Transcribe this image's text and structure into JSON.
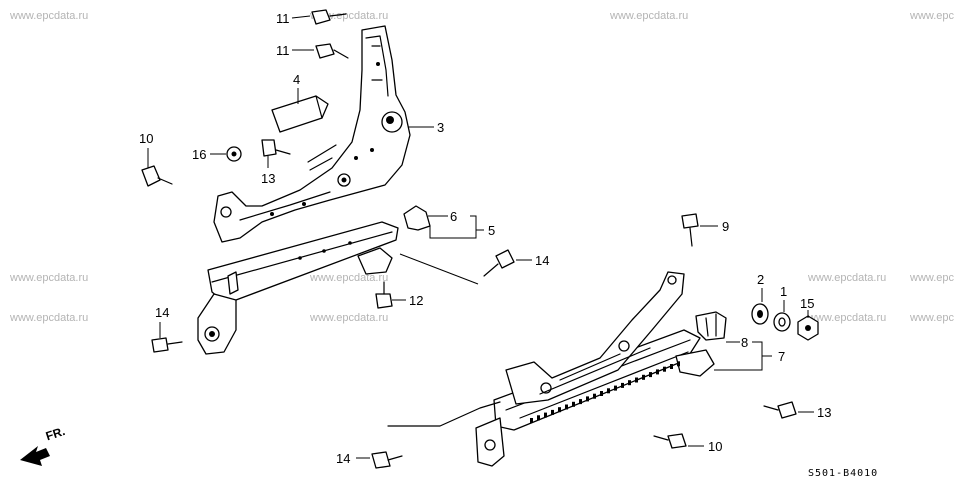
{
  "watermarks": [
    "www.epcdata.ru",
    "www.epcdata.ru",
    "www.epcdata.ru",
    "www.epc",
    "www.epcdata.ru",
    "www.epcdata.ru",
    "www.epcdata.ru",
    "www.epc",
    "www.epcdata.ru",
    "www.epcdata.ru",
    "www.epcdata.ru",
    "www.epc"
  ],
  "callouts": {
    "c11a": "11",
    "c11b": "11",
    "c4": "4",
    "c3": "3",
    "c10a": "10",
    "c16": "16",
    "c13a": "13",
    "c6": "6",
    "c5": "5",
    "c14a": "14",
    "c12": "12",
    "c14b": "14",
    "c9": "9",
    "c2": "2",
    "c1": "1",
    "c15": "15",
    "c8": "8",
    "c7": "7",
    "c13b": "13",
    "c10b": "10",
    "c14c": "14"
  },
  "direction_label": "FR.",
  "diagram_code": "S501-B4010"
}
